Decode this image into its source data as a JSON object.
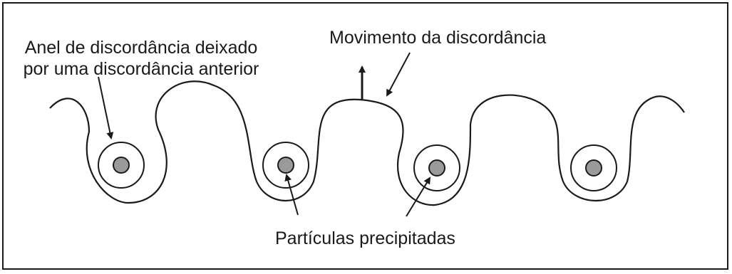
{
  "labels": {
    "dislocation_loop": [
      "Anel de discordância deixado",
      "por uma discordância anterior"
    ],
    "dislocation_motion": "Movimento da discordância",
    "precipitated_particles": "Partículas precipitadas"
  },
  "particle_count": 4,
  "colors": {
    "line": "#1a1a1a",
    "particle_fill": "#9a9a9a",
    "background": "#ffffff"
  }
}
